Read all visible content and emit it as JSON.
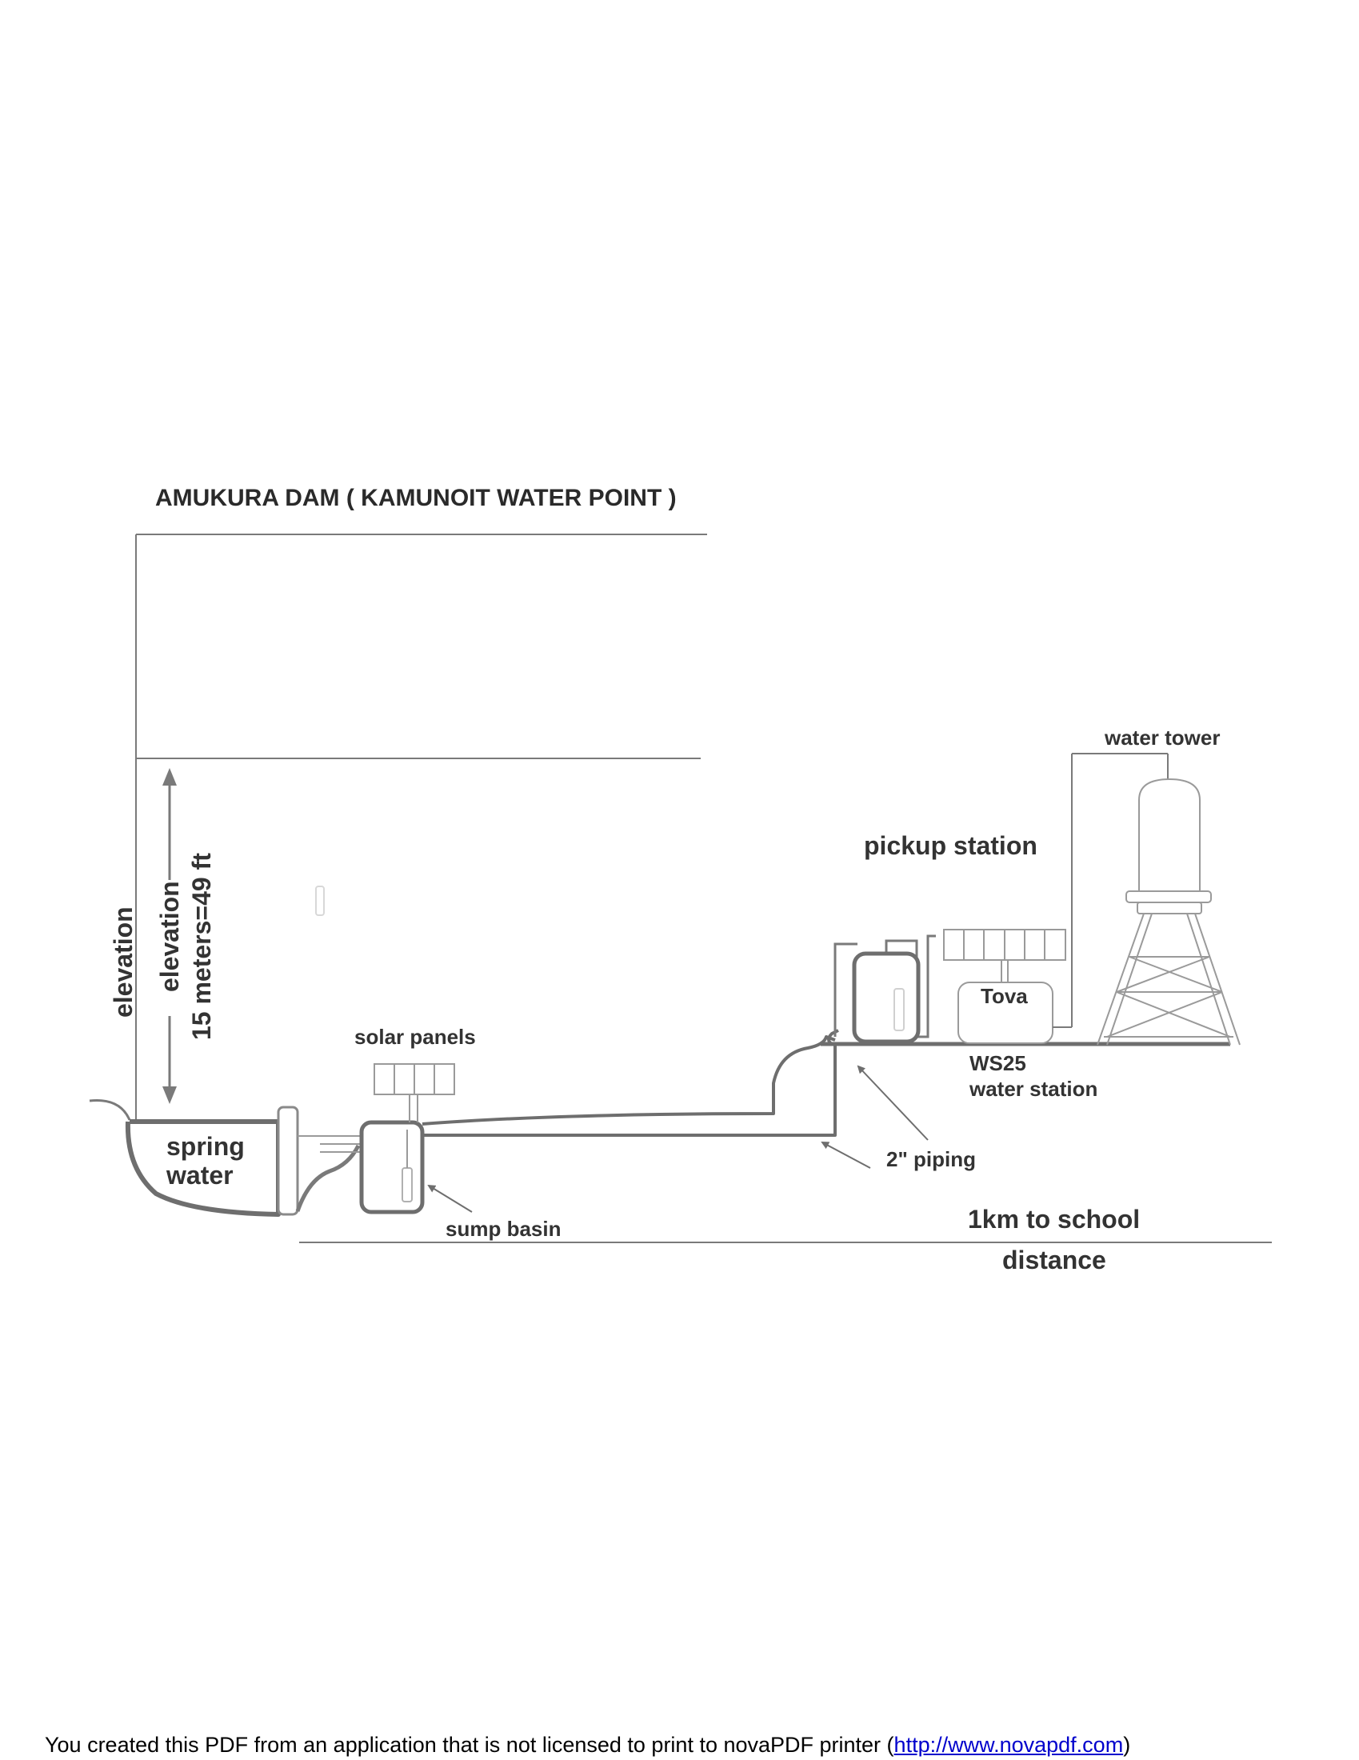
{
  "diagram": {
    "title": "AMUKURA DAM ( KAMUNOIT WATER POINT )",
    "labels": {
      "water_tower": "water tower",
      "pickup_station": "pickup station",
      "tova": "Tova",
      "ws25": "WS25",
      "water_station": "water station",
      "solar_panels": "solar panels",
      "spring_line1": "spring",
      "spring_line2": "water",
      "sump_basin": "sump basin",
      "piping": "2\" piping",
      "to_school": "1km to school",
      "distance": "distance",
      "elevation_outer": "elevation",
      "elevation_inner": "elevation",
      "elevation_value": "15 meters=49 ft"
    },
    "colors": {
      "line": "#7a7a7a",
      "pipe": "#6e6e6e",
      "text": "#333333"
    }
  },
  "footer": {
    "text": "You created this PDF from an application that is not licensed to print to novaPDF printer (",
    "link": "http://www.novapdf.com",
    "close": ")"
  }
}
